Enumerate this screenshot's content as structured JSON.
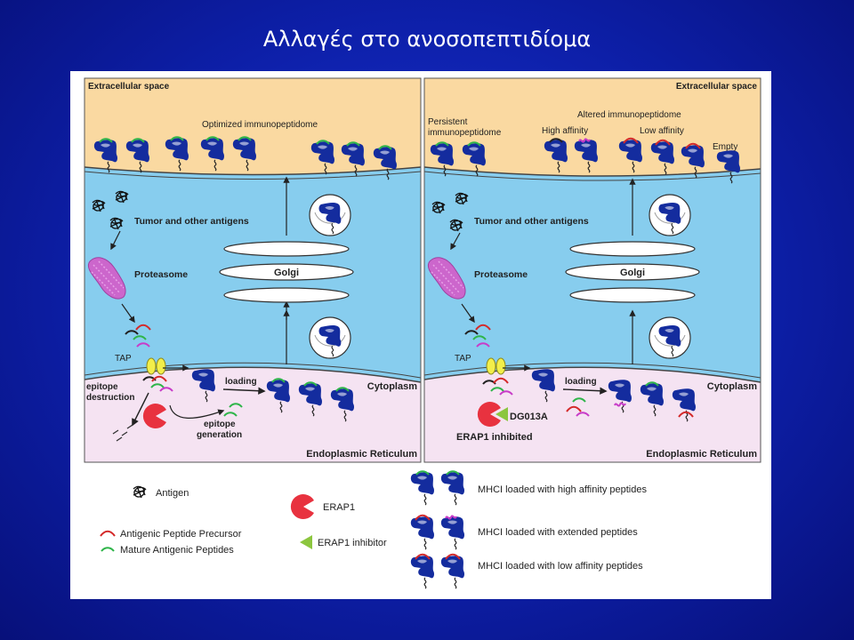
{
  "title": "Αλλαγές στο ανοσοπεπτιδίομα",
  "left_panel": {
    "extracellular": "Extracellular space",
    "optimized": "Optimized immunopeptidome",
    "tumor_antigens": "Tumor and other antigens",
    "golgi": "Golgi",
    "proteasome": "Proteasome",
    "tap": "TAP",
    "loading": "loading",
    "cytoplasm": "Cytoplasm",
    "epitope_destruction_1": "epitope",
    "epitope_destruction_2": "destruction",
    "epitope_generation_1": "epitope",
    "epitope_generation_2": "generation",
    "er": "Endoplasmic Reticulum"
  },
  "right_panel": {
    "extracellular": "Extracellular space",
    "persistent_1": "Persistent",
    "persistent_2": "immunopeptidome",
    "altered": "Altered immunopeptidome",
    "high_affinity": "High affinity",
    "low_affinity": "Low affinity",
    "empty": "Empty",
    "tumor_antigens": "Tumor and other antigens",
    "golgi": "Golgi",
    "proteasome": "Proteasome",
    "tap": "TAP",
    "loading": "loading",
    "cytoplasm": "Cytoplasm",
    "inhibitor_name": "DG013A",
    "erap1_inhibited": "ERAP1 inhibited",
    "er": "Endoplasmic Reticulum"
  },
  "legend": {
    "antigen": "Antigen",
    "precursor": "Antigenic Peptide Precursor",
    "mature": "Mature Antigenic Peptides",
    "erap1": "ERAP1",
    "erap1_inhibitor": "ERAP1 inhibitor",
    "mhc_high": "MHCI loaded with high affinity peptides",
    "mhc_extended": "MHCI loaded with extended peptides",
    "mhc_low": "MHCI loaded with low affinity peptides"
  },
  "colors": {
    "extracellular": "#fad9a1",
    "cytoplasm": "#87cdee",
    "er": "#f5e3f2",
    "mhc": "#142c9e",
    "precursor": "#d42a2a",
    "mature": "#2fb54a",
    "extended": "#c83cc8",
    "erap1": "#e8323f",
    "inhibitor": "#8cc63f",
    "tap": "#f2ee4a",
    "proteasome": "#cc66cc"
  }
}
